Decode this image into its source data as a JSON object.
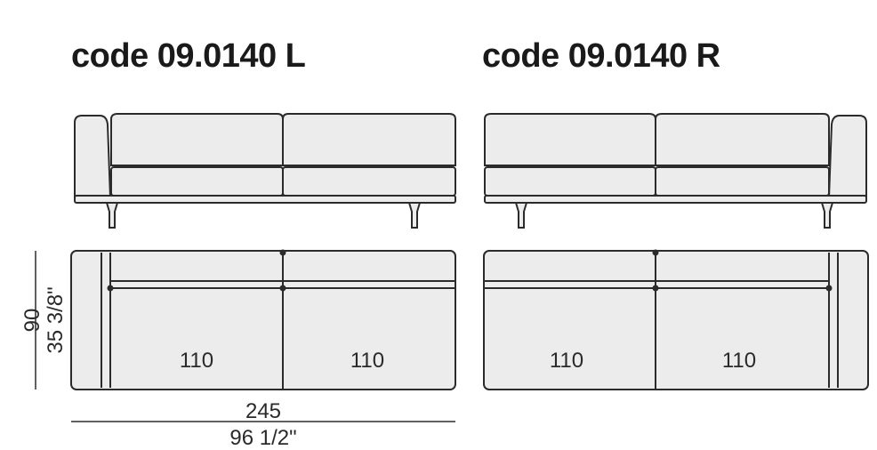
{
  "titles": {
    "left": "code 09.0140 L",
    "right": "code 09.0140 R"
  },
  "seat_labels": {
    "left": [
      "110",
      "110"
    ],
    "right": [
      "110",
      "110"
    ]
  },
  "depth_dimension": {
    "cm": "90",
    "inches": "35 3/8\""
  },
  "width_dimension": {
    "cm": "245",
    "inches": "96 1/2\""
  },
  "colors": {
    "outline": "#2b2b2b",
    "fill": "#ececec",
    "fill_dark": "#e2e2e2"
  }
}
